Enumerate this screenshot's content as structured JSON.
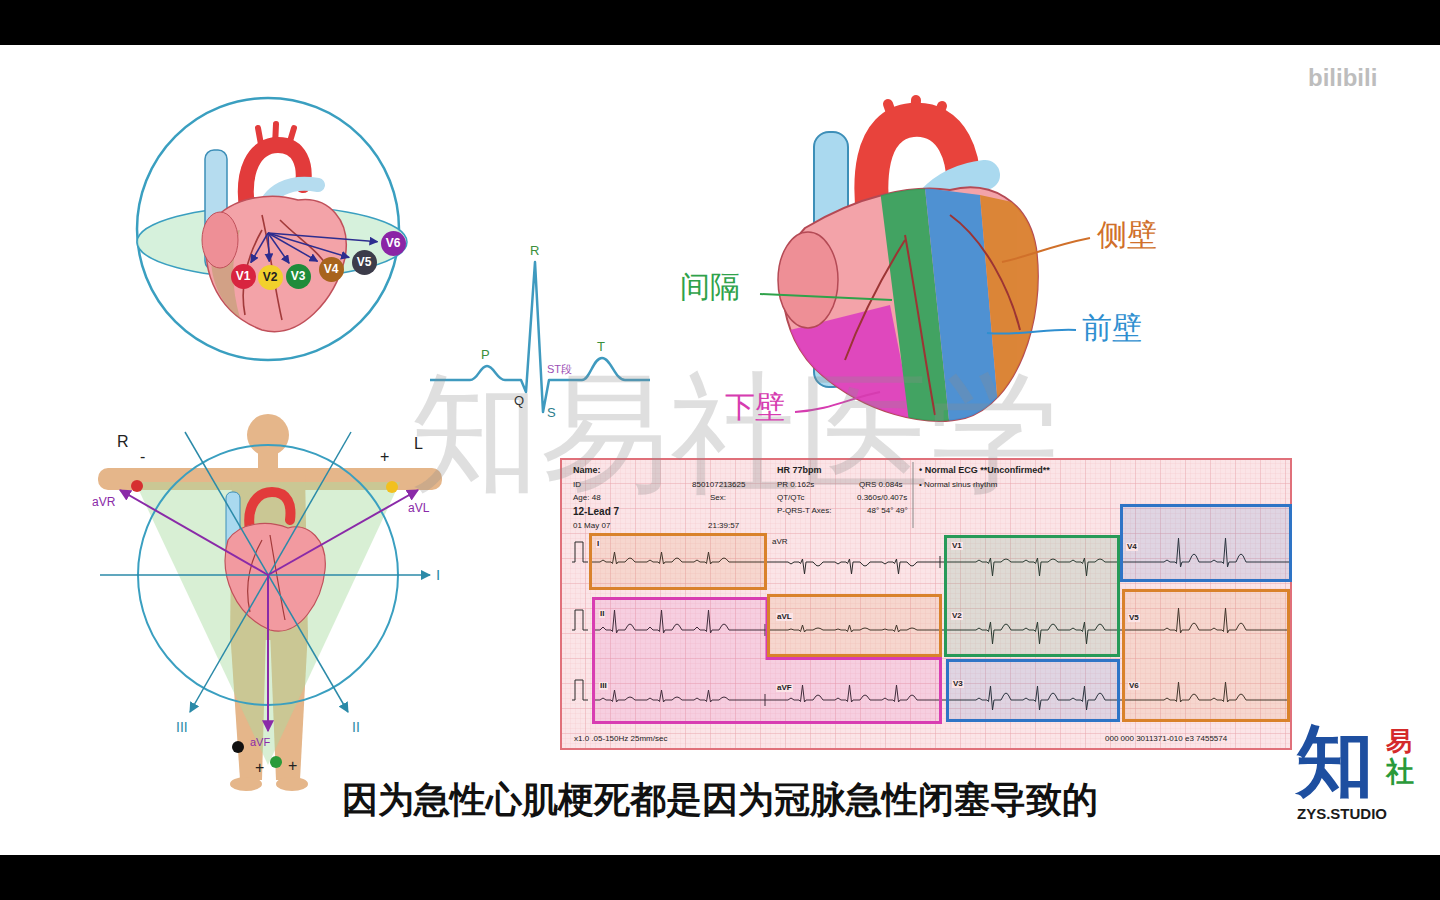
{
  "diagram": {
    "caption": "因为急性心肌梗死都是因为冠脉急性闭塞导致的",
    "nodes": [
      {
        "text": [
          "V1"
        ]
      },
      {
        "text": [
          "V2"
        ]
      },
      {
        "text": [
          "V3"
        ]
      },
      {
        "text": [
          "V4"
        ]
      },
      {
        "text": [
          "V5"
        ]
      },
      {
        "text": [
          "V6"
        ]
      },
      {
        "text": [
          "Name:",
          "ID",
          "850107213625",
          "Age: 48",
          "Sex:",
          "12-Lead 7",
          "01 May 07",
          "21:39:57",
          "HR 77bpm",
          "PR 0.162s",
          "QRS 0.084s",
          "QT/QTc",
          "0.360s/0.407s",
          "P-QRS-T Axes:",
          "48° 54° 49°",
          "• Normal ECG **Unconfirmed**",
          "• Normal sinus rhythm",
          "aVR",
          "x1.0 .05-150Hz 25mm/sec",
          "000 000 3011371-010 e3 7455574"
        ]
      },
      {
        "text": [
          "I"
        ],
        "in": 6
      },
      {
        "text": [
          "V1",
          "V2"
        ],
        "in": 6
      },
      {
        "text": [
          "V4"
        ],
        "in": 6
      },
      {
        "text": [
          "II",
          "III",
          "aVF"
        ],
        "in": 6
      },
      {
        "text": [
          "aVL"
        ],
        "in": 6
      },
      {
        "text": [
          "V5",
          "V6"
        ],
        "in": 6
      },
      {
        "text": [
          "V3"
        ],
        "in": 6
      }
    ],
    "labels": [
      "知易社医学",
      "bilibili",
      "P",
      "R",
      "ST段",
      "T",
      "Q",
      "S",
      "间隔",
      "侧壁",
      "前壁",
      "下壁",
      "R",
      "-",
      "+",
      "L",
      "aVR",
      "aVL",
      "I",
      "III",
      "II",
      "aVF",
      "+",
      "+",
      "知",
      "易",
      "社",
      "ZYS.STUDIO"
    ]
  }
}
